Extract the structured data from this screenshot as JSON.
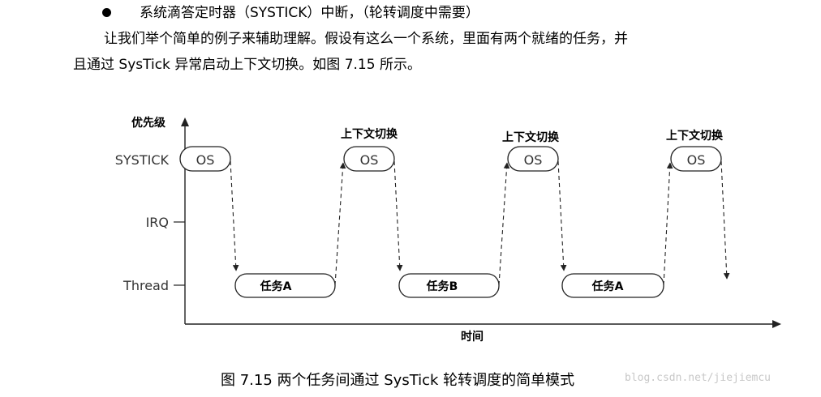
{
  "text": {
    "bullet_line": "系统滴答定时器（SYSTICK）中断，（轮转调度中需要）",
    "paragraph_line1": "让我们举个简单的例子来辅助理解。假设有这么一个系统，里面有两个就绪的任务，并",
    "paragraph_line2": "且通过 SysTick 异常启动上下文切换。如图 7.15 所示。"
  },
  "diagram": {
    "y_axis_label": "优先级",
    "x_axis_label": "时间",
    "levels": [
      "SYSTICK",
      "IRQ",
      "Thread"
    ],
    "os_label": "OS",
    "context_switch_label": "上下文切换",
    "tasks": [
      "任务A",
      "任务B",
      "任务A"
    ]
  },
  "caption": "图 7.15   两个任务间通过 SysTick 轮转调度的简单模式",
  "watermark": "blog.csdn.net/jiejiemcu"
}
